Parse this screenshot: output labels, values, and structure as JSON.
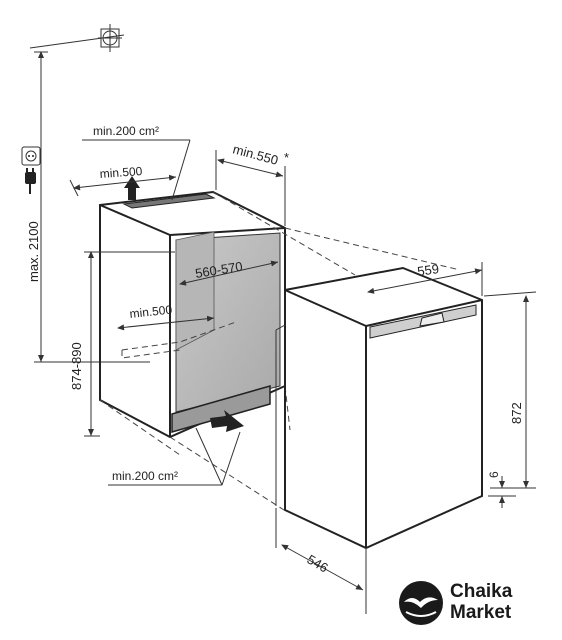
{
  "dimensions": {
    "max_height": "max. 2100",
    "niche_height": "874-890",
    "niche_depth": "min.550",
    "niche_depth_note": "*",
    "niche_width": "560-570",
    "vent_top": "min.200 cm²",
    "vent_bottom": "min.200 cm²",
    "clearance_top": "min.500",
    "clearance_inner": "min.500",
    "unit_width": "559",
    "unit_height": "872",
    "unit_plinth": "6",
    "unit_depth": "546"
  },
  "icons": {
    "socket": "power-socket-icon",
    "plug": "power-plug-icon",
    "water": "water-connection-icon",
    "vent_arrow": "airflow-arrow-icon"
  },
  "brand": {
    "line1": "Chaika",
    "line2": "Market",
    "color": "#1a1a1a"
  }
}
